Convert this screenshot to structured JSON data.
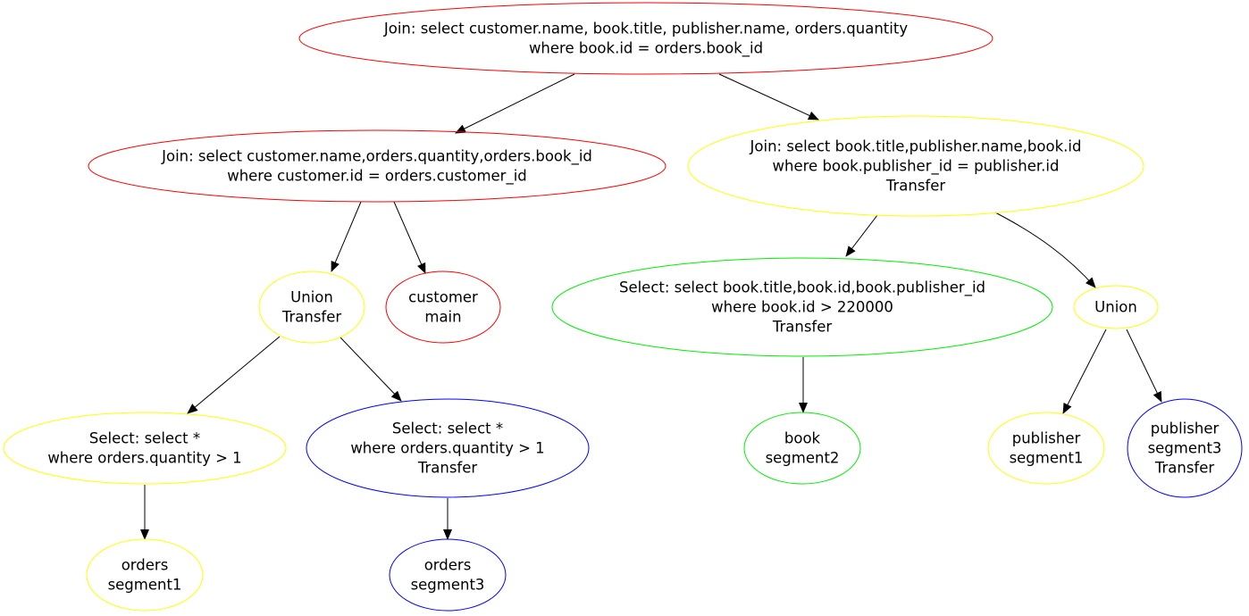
{
  "diagram": {
    "nodes": [
      {
        "id": "n1",
        "name": "join-root-node",
        "color": "#ff0000",
        "lines": [
          "Join: select customer.name, book.title, publisher.name, orders.quantity",
          "where   book.id = orders.book_id"
        ]
      },
      {
        "id": "n2",
        "name": "join-customer-orders-node",
        "color": "#ff0000",
        "lines": [
          "Join: select customer.name,orders.quantity,orders.book_id",
          "where  customer.id = orders.customer_id"
        ]
      },
      {
        "id": "n3",
        "name": "join-book-publisher-node",
        "color": "#ffff00",
        "lines": [
          "Join: select book.title,publisher.name,book.id",
          "where   book.publisher_id = publisher.id",
          "Transfer"
        ]
      },
      {
        "id": "n4",
        "name": "union-transfer-node",
        "color": "#ffff00",
        "lines": [
          "Union",
          "Transfer"
        ]
      },
      {
        "id": "n5",
        "name": "customer-main-node",
        "color": "#ff0000",
        "lines": [
          "customer",
          "main"
        ]
      },
      {
        "id": "n6",
        "name": "select-book-node",
        "color": "#00ee00",
        "lines": [
          "Select: select book.title,book.id,book.publisher_id",
          "where   book.id > 220000",
          "Transfer"
        ]
      },
      {
        "id": "n7",
        "name": "union-node",
        "color": "#ffff00",
        "lines": [
          "Union"
        ]
      },
      {
        "id": "n8",
        "name": "select-orders-segment1-node",
        "color": "#ffff00",
        "lines": [
          "Select: select *",
          "where   orders.quantity > 1"
        ]
      },
      {
        "id": "n9",
        "name": "select-orders-segment3-node",
        "color": "#0000ff",
        "lines": [
          "Select: select *",
          "where   orders.quantity > 1",
          "Transfer"
        ]
      },
      {
        "id": "n10",
        "name": "book-segment2-node",
        "color": "#00ee00",
        "lines": [
          "book",
          "segment2"
        ]
      },
      {
        "id": "n11",
        "name": "publisher-segment1-node",
        "color": "#ffff00",
        "lines": [
          "publisher",
          "segment1"
        ]
      },
      {
        "id": "n12",
        "name": "publisher-segment3-node",
        "color": "#0000ff",
        "lines": [
          "publisher",
          "segment3",
          "Transfer"
        ]
      },
      {
        "id": "n13",
        "name": "orders-segment1-node",
        "color": "#ffff00",
        "lines": [
          "orders",
          "segment1"
        ]
      },
      {
        "id": "n14",
        "name": "orders-segment3-node",
        "color": "#0000ff",
        "lines": [
          "orders",
          "segment3"
        ]
      }
    ],
    "edges": [
      {
        "from": "n1",
        "to": "n2"
      },
      {
        "from": "n1",
        "to": "n3"
      },
      {
        "from": "n2",
        "to": "n4"
      },
      {
        "from": "n2",
        "to": "n5"
      },
      {
        "from": "n3",
        "to": "n6"
      },
      {
        "from": "n3",
        "to": "n7"
      },
      {
        "from": "n4",
        "to": "n8"
      },
      {
        "from": "n4",
        "to": "n9"
      },
      {
        "from": "n6",
        "to": "n10"
      },
      {
        "from": "n7",
        "to": "n11"
      },
      {
        "from": "n7",
        "to": "n12"
      },
      {
        "from": "n8",
        "to": "n13"
      },
      {
        "from": "n9",
        "to": "n14"
      }
    ],
    "edge_color": "#000000"
  }
}
